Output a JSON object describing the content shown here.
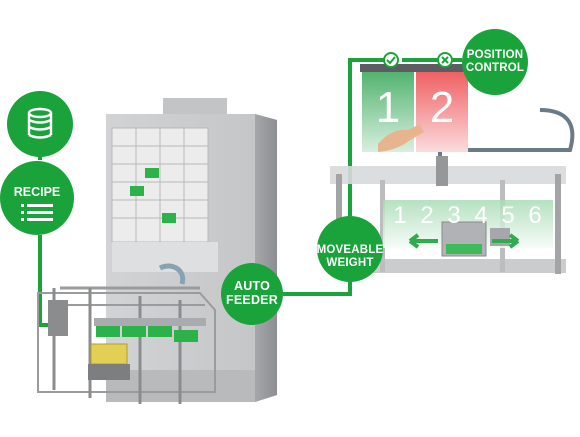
{
  "labels": {
    "recipe": "RECIPE",
    "auto_feeder": [
      "AUTO",
      "FEEDER"
    ],
    "moveable_weight": [
      "MOVEABLE",
      "WEIGHT"
    ],
    "position_control": [
      "POSITION",
      "CONTROL"
    ]
  },
  "position_signs": {
    "ok": "1",
    "reject": "2"
  },
  "weight_positions": [
    "1",
    "2",
    "3",
    "4",
    "5",
    "6"
  ],
  "colors": {
    "brand_green": "#1aa33a",
    "ok_green": "#5cb978",
    "reject_red": "#ef6b6e",
    "machine_grey": "#c8c9cb"
  },
  "icons": {
    "recipe_top": "database-icon",
    "recipe_bottom": "list-icon",
    "moveable": "double-arrow-icon",
    "ok": "check-icon",
    "reject": "cross-icon"
  }
}
